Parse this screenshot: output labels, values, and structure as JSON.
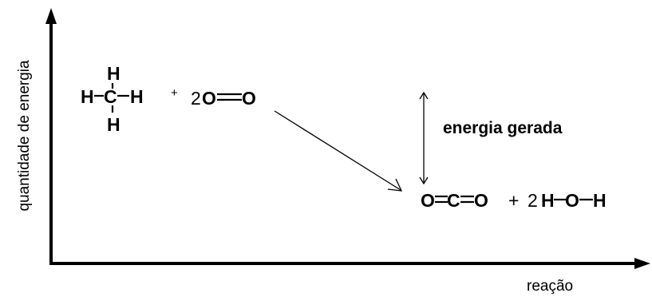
{
  "axes": {
    "y_label": "quantidade de energia",
    "x_label": "reação"
  },
  "reactants": {
    "methane_atoms": [
      "H",
      "H",
      "C",
      "H",
      "H"
    ],
    "plus": "+",
    "oxygen_coefficient": "2",
    "oxygen_atoms": [
      "O",
      "O"
    ]
  },
  "products": {
    "co2_atoms": [
      "O",
      "C",
      "O"
    ],
    "plus": "+",
    "water_coefficient": "2",
    "water_atoms": [
      "H",
      "O",
      "H"
    ]
  },
  "energy_label": "energia gerada"
}
